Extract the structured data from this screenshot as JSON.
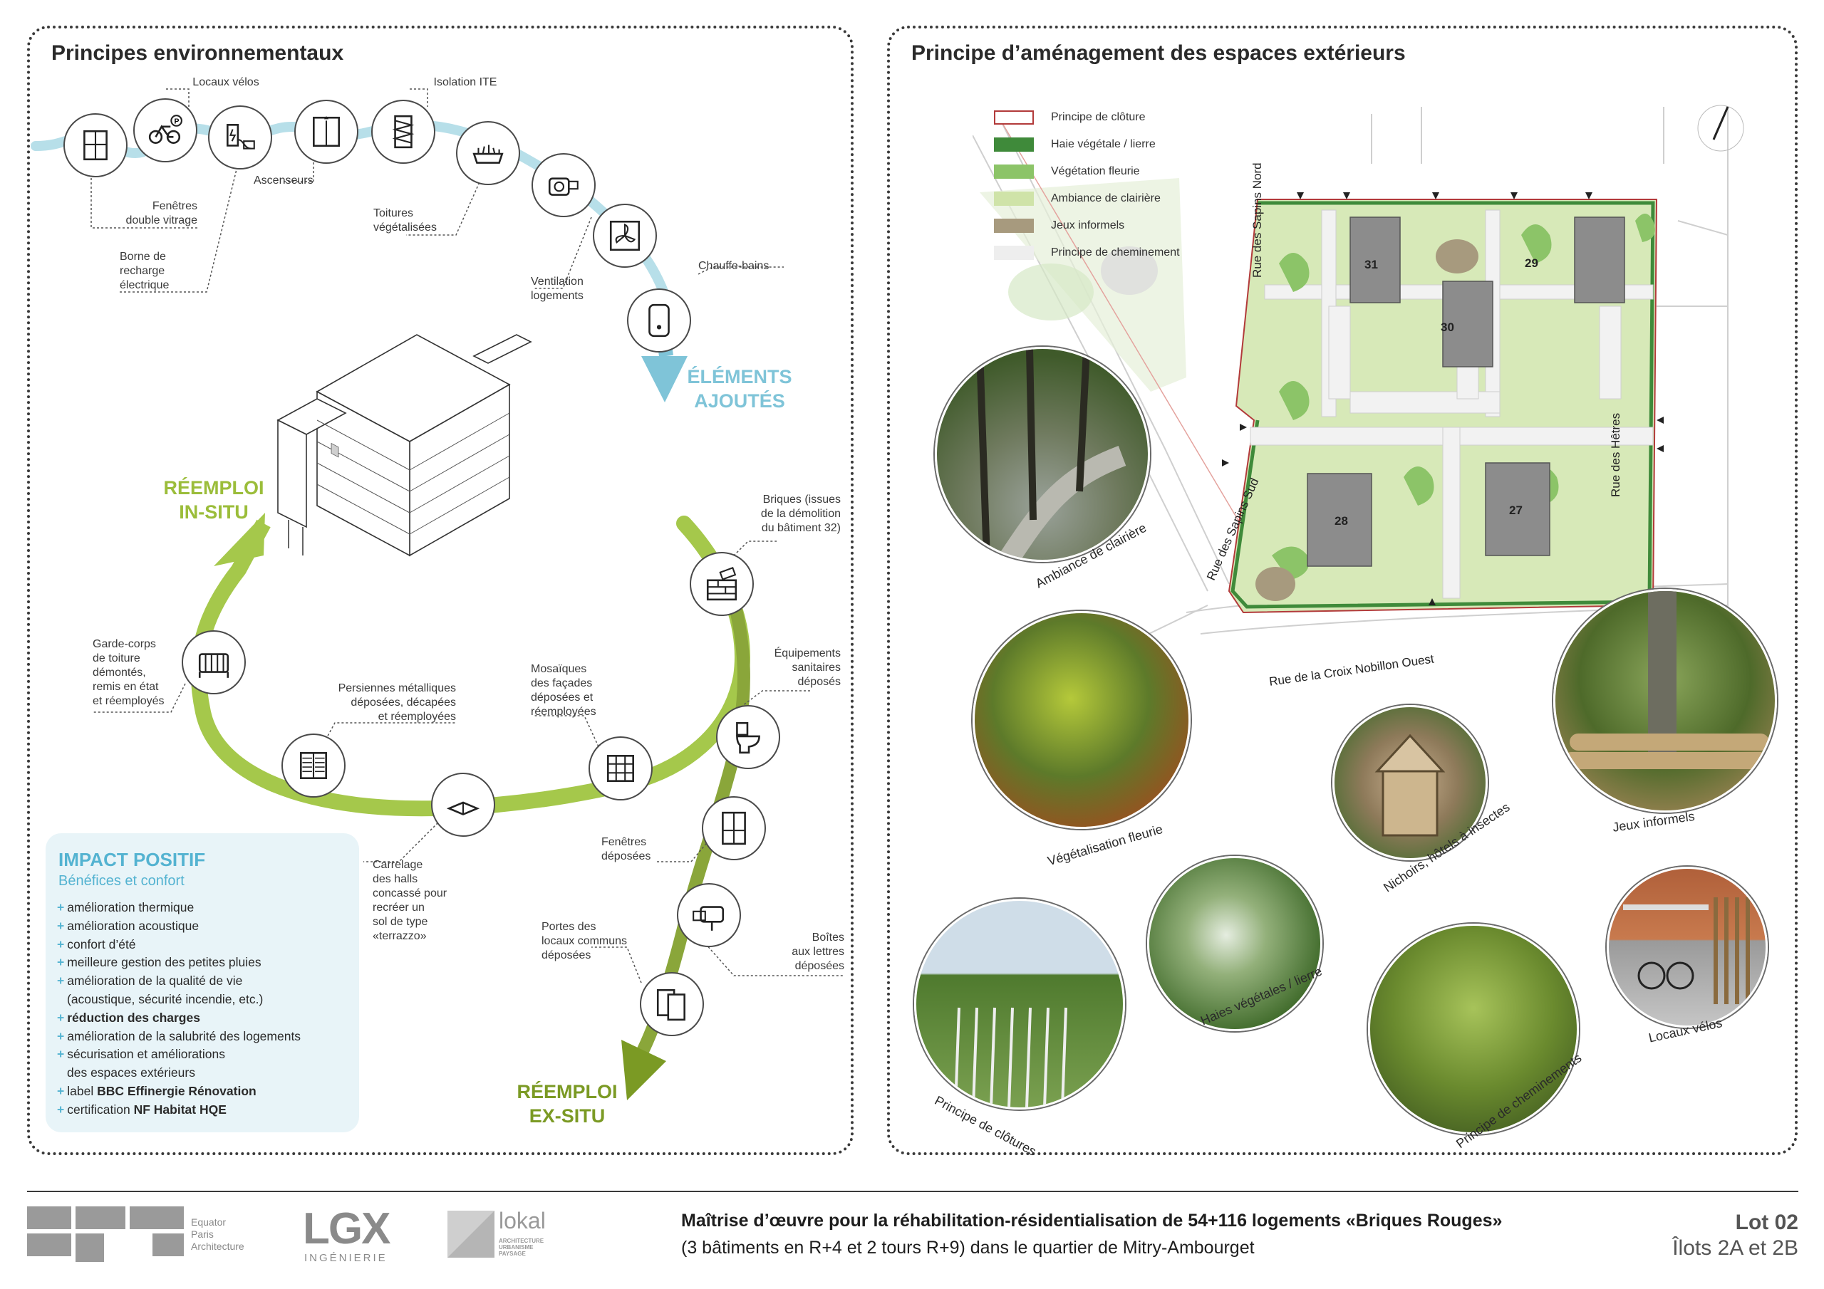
{
  "left": {
    "title": "Principes environnementaux",
    "labels": {
      "locaux_velos": "Locaux vélos",
      "isolation_ite": "Isolation ITE",
      "fenetres_double": "Fenêtres\ndouble vitrage",
      "ascenseurs": "Ascenseurs",
      "borne": "Borne de\nrecharge\nélectrique",
      "toitures": "Toitures\nvégétalisées",
      "ventilation": "Ventilation\nlogements",
      "chauffe_bains": "Chauffe-bains",
      "briques": "Briques (issues\nde la démolition\ndu bâtiment 32)",
      "equipements": "Équipements\nsanitaires\ndéposés",
      "garde_corps": "Garde-corps\nde toiture\ndémontés,\nremis en état\net réemployés",
      "persiennes": "Persiennes métalliques\ndéposées, décapées\net réemployées",
      "mosaiques": "Mosaïques\ndes façades\ndéposées et\nréemployées",
      "fenetres_deposees": "Fenêtres\ndéposées",
      "carrelage": "Carrelage\ndes halls\nconcassé pour\nrecréer un\nsol de type\n«terrazzo»",
      "portes": "Portes des\nlocaux communs\ndéposées",
      "boites": "Boîtes\naux lettres\ndéposées"
    },
    "elements_ajoutes": "ÉLÉMENTS\nAJOUTÉS",
    "reemploi_in_situ": "RÉEMPLOI\nIN-SITU",
    "reemploi_ex_situ": "RÉEMPLOI\nEX-SITU",
    "impact": {
      "title": "IMPACT POSITIF",
      "subtitle": "Bénéfices et confort",
      "items": [
        {
          "text": "amélioration thermique",
          "bold": ""
        },
        {
          "text": "amélioration acoustique",
          "bold": ""
        },
        {
          "text": "confort d’été",
          "bold": ""
        },
        {
          "text": "meilleure gestion des petites pluies",
          "bold": ""
        },
        {
          "text": "amélioration de la qualité de vie",
          "bold": ""
        },
        {
          "text": "(acoustique, sécurité incendie, etc.)",
          "bold": "",
          "indent": true
        },
        {
          "text": "",
          "bold": "réduction des charges"
        },
        {
          "text": "amélioration de la salubrité des logements",
          "bold": ""
        },
        {
          "text": "sécurisation et améliorations",
          "bold": ""
        },
        {
          "text": "des espaces extérieurs",
          "bold": "",
          "indent": true
        },
        {
          "text": "label ",
          "bold": "BBC Effinergie Rénovation"
        },
        {
          "text": "certification ",
          "bold": "NF Habitat HQE"
        }
      ]
    }
  },
  "right": {
    "title": "Principe d’aménagement des espaces extérieurs",
    "legend": [
      {
        "label": "Principe de clôture",
        "color": "#ffffff",
        "border": "#b23a3a"
      },
      {
        "label": "Haie végétale / lierre",
        "color": "#3f8a3a",
        "border": "#3f8a3a"
      },
      {
        "label": "Végétation fleurie",
        "color": "#8cc468",
        "border": "#8cc468"
      },
      {
        "label": "Ambiance de clairière",
        "color": "#cfe3a8",
        "border": "#cfe3a8"
      },
      {
        "label": "Jeux informels",
        "color": "#a79a7e",
        "border": "#a79a7e"
      },
      {
        "label": "Principe de cheminement",
        "color": "#eeeeee",
        "border": "#eeeeee"
      }
    ],
    "buildings": [
      "31",
      "29",
      "30",
      "28",
      "27"
    ],
    "streets": {
      "sapins_nord": "Rue des Sapins Nord",
      "sapins_sud": "Rue des Sapins Sud",
      "hetres": "Rue des Hêtres",
      "croix": "Rue de la Croix Nobillon Ouest"
    },
    "photos": [
      "Ambiance de clairière",
      "Végétalisation fleurie",
      "Nichoirs, hôtels à insectes",
      "Jeux informels",
      "Principe de clôtures",
      "Haies végétales / lierre",
      "Principe de cheminements",
      "Locaux vélos"
    ]
  },
  "footer": {
    "logo1_text": "Equator\nParis\nArchitecture",
    "logo2_main": "LGX",
    "logo2_sub": "INGÉNIERIE",
    "logo3_main": "lokal",
    "logo3_sub": "ARCHITECTURE\nURBANISME\nPAYSAGE",
    "title": "Maîtrise d’œuvre pour la réhabilitation-résidentialisation de 54+116 logements «Briques Rouges»",
    "subtitle": "(3 bâtiments en R+4 et 2 tours R+9) dans le quartier de Mitry-Ambourget",
    "lot": "Lot 02",
    "ilots": "Îlots 2A et 2B"
  }
}
